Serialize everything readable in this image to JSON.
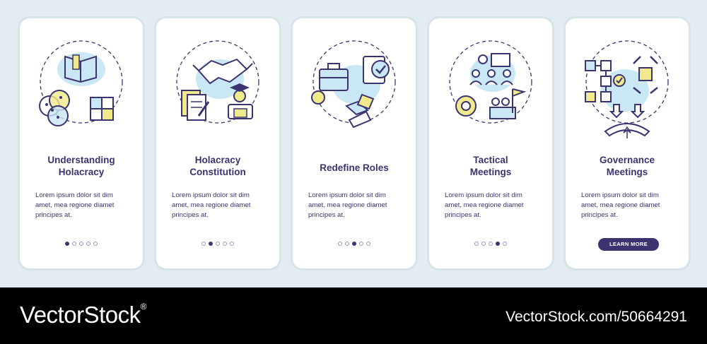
{
  "cards": [
    {
      "title": "Understanding\nHolacracy",
      "body": "Lorem ipsum dolor sit dim amet, mea regione diamet principes at.",
      "page_index": 1
    },
    {
      "title": "Holacracy\nConstitution",
      "body": "Lorem ipsum dolor sit dim amet, mea regione diamet principes at.",
      "page_index": 2
    },
    {
      "title": "Redefine Roles",
      "body": "Lorem ipsum dolor sit dim amet, mea regione diamet principes at.",
      "page_index": 3
    },
    {
      "title": "Tactical\nMeetings",
      "body": "Lorem ipsum dolor sit dim amet, mea regione diamet principes at.",
      "page_index": 4
    },
    {
      "title": "Governance\nMeetings",
      "body": "Lorem ipsum dolor sit dim amet, mea regione diamet principes at.",
      "cta_label": "LEARN MORE"
    }
  ],
  "icons": [
    "open-book-and-puzzle-icon",
    "handshake-and-document-icon",
    "briefcase-and-puzzle-icon",
    "team-meeting-and-gear-icon",
    "flowchart-and-arrows-icon"
  ],
  "colors": {
    "navy": "#3b3470",
    "light_blue": "#c9e7f4",
    "yellow": "#f1ea8c",
    "background": "#e3edf1"
  },
  "watermark": {
    "brand": "VectorStock",
    "registered": "®",
    "id": "VectorStock.com/50664291"
  }
}
